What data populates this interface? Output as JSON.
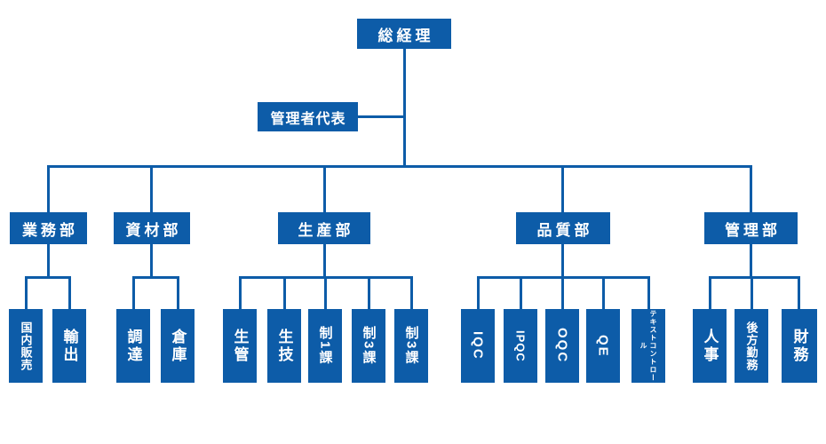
{
  "colors": {
    "box": "#0d5ca8",
    "line": "#0d5ca8",
    "text": "#ffffff",
    "background": "#ffffff"
  },
  "org": {
    "root": {
      "label": "総経理"
    },
    "staff": {
      "label": "管理者代表"
    },
    "departments": [
      {
        "label": "業務部",
        "children": [
          {
            "label": "国内販売"
          },
          {
            "label": "輸出"
          }
        ]
      },
      {
        "label": "資材部",
        "children": [
          {
            "label": "調達"
          },
          {
            "label": "倉庫"
          }
        ]
      },
      {
        "label": "生産部",
        "children": [
          {
            "label": "生管"
          },
          {
            "label": "生技"
          },
          {
            "label": "制1課"
          },
          {
            "label": "制3課"
          },
          {
            "label": "制3課"
          }
        ]
      },
      {
        "label": "品質部",
        "children": [
          {
            "label": "IQC"
          },
          {
            "label": "IPQC"
          },
          {
            "label": "OQC"
          },
          {
            "label": "QE"
          },
          {
            "label": "テキストコントロール"
          }
        ]
      },
      {
        "label": "管理部",
        "children": [
          {
            "label": "人事"
          },
          {
            "label": "後方勤務"
          },
          {
            "label": "財務"
          }
        ]
      }
    ]
  }
}
